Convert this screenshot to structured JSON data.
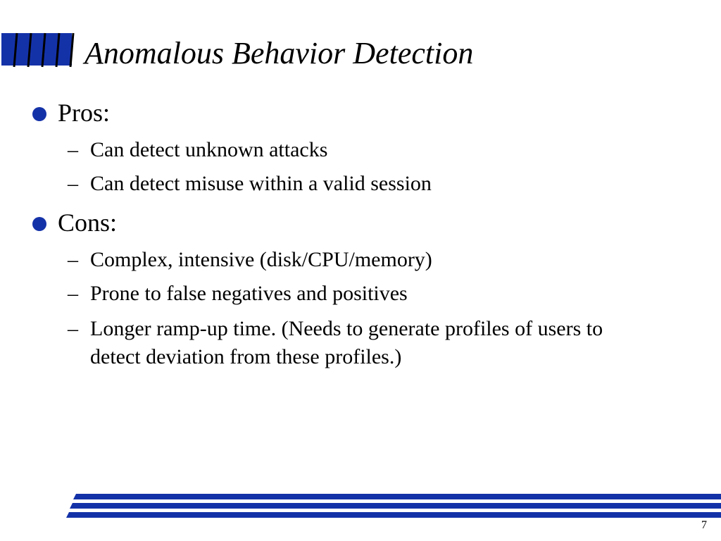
{
  "slide": {
    "title": "Anomalous Behavior Detection",
    "sections": [
      {
        "heading": "Pros:",
        "items": [
          "Can detect unknown attacks",
          "Can detect misuse within a valid session"
        ]
      },
      {
        "heading": "Cons:",
        "items": [
          "Complex, intensive (disk/CPU/memory)",
          "Prone to false negatives and positives",
          "Longer ramp-up time.  (Needs to generate profiles of users to",
          "detect deviation from these profiles.)"
        ]
      }
    ],
    "dash_glyph": "–",
    "page_number": "7"
  },
  "colors": {
    "accent": "#1432a8",
    "text": "#000000",
    "background": "#ffffff"
  },
  "icons": {
    "title_logo": "blue-bars-logo-icon",
    "bullet": "filled-circle-bullet-icon",
    "footer": "blue-stripes-rule"
  }
}
